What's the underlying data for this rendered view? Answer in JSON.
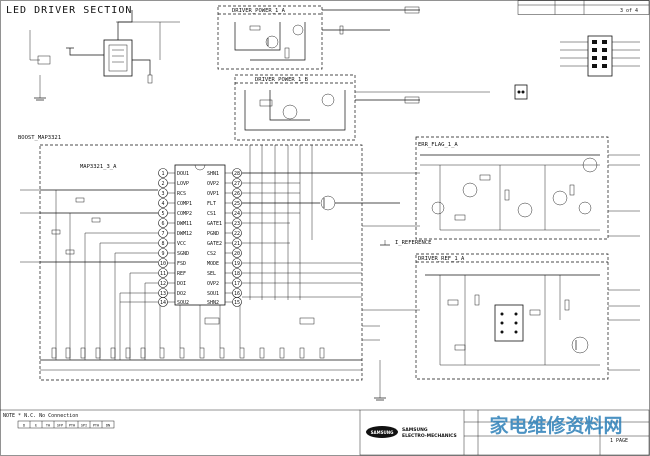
{
  "sheet": {
    "title": "LED DRIVER SECTION",
    "page_info": "3 of 4"
  },
  "blocks": {
    "boost": "BOOST_MAP3321",
    "ic_instance": "MAP3321_3_A",
    "driver_power_1a": "DRIVER_POWER_1_A",
    "driver_power_1b": "DRIVER_POWER_1_B",
    "err_flag": "ERR_FLAG_1_A",
    "reference": "I_REFERENCE",
    "driver_ref": "DRIVER_REF_1_A"
  },
  "ic": {
    "left_pins": [
      {
        "num": "1",
        "name": "DOU1"
      },
      {
        "num": "2",
        "name": "LOVP"
      },
      {
        "num": "3",
        "name": "RCS"
      },
      {
        "num": "4",
        "name": "COMP1"
      },
      {
        "num": "5",
        "name": "COMP2"
      },
      {
        "num": "6",
        "name": "DWM11"
      },
      {
        "num": "7",
        "name": "DWM12"
      },
      {
        "num": "8",
        "name": "VCC"
      },
      {
        "num": "9",
        "name": "SGND"
      },
      {
        "num": "10",
        "name": "FSD"
      },
      {
        "num": "11",
        "name": "REF"
      },
      {
        "num": "12",
        "name": "DOI"
      },
      {
        "num": "13",
        "name": "DO2"
      },
      {
        "num": "14",
        "name": "SOU2"
      }
    ],
    "right_pins": [
      {
        "num": "28",
        "name": "SHN1"
      },
      {
        "num": "27",
        "name": "OVP2"
      },
      {
        "num": "26",
        "name": "OVP1"
      },
      {
        "num": "25",
        "name": "FLT"
      },
      {
        "num": "24",
        "name": "CS1"
      },
      {
        "num": "23",
        "name": "GATE1"
      },
      {
        "num": "22",
        "name": "PGND"
      },
      {
        "num": "21",
        "name": "GATE2"
      },
      {
        "num": "20",
        "name": "CS2"
      },
      {
        "num": "19",
        "name": "MODE"
      },
      {
        "num": "18",
        "name": "SEL"
      },
      {
        "num": "17",
        "name": "OVP2"
      },
      {
        "num": "16",
        "name": "SOU1"
      },
      {
        "num": "15",
        "name": "SHN2"
      }
    ]
  },
  "note": {
    "text": "NOTE * N.C. No Connection",
    "table_cells": [
      "D",
      "E",
      "TH",
      "SFP",
      "PTH",
      "SPI",
      "PTH",
      "DN"
    ]
  },
  "title_block": {
    "company_line1": "SAMSUNG",
    "company_line2": "ELECTRO-MECHANICS",
    "page_label": "1 PAGE"
  },
  "watermark": "家电维修资料网"
}
